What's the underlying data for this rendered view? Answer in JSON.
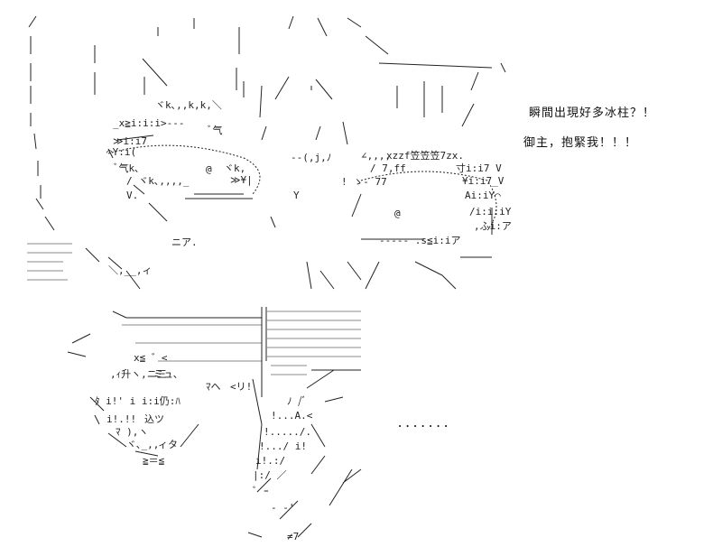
{
  "captions": {
    "line1": "瞬間出現好多冰柱？！",
    "line2": "御主，抱緊我！！！",
    "dots": "．．．．．．．"
  },
  "art": {
    "left_eye_marker": "@",
    "right_eye_marker": "@",
    "snippet_1": "xzzf笠笠笠7zx.",
    "snippet_2": "寸i:i7 V",
    "snippet_3": "込ツ",
    "snippet_4": "≠7",
    "snippet_5": "≧＝≦"
  },
  "colors": {
    "ink": "#111111",
    "background": "#ffffff"
  }
}
